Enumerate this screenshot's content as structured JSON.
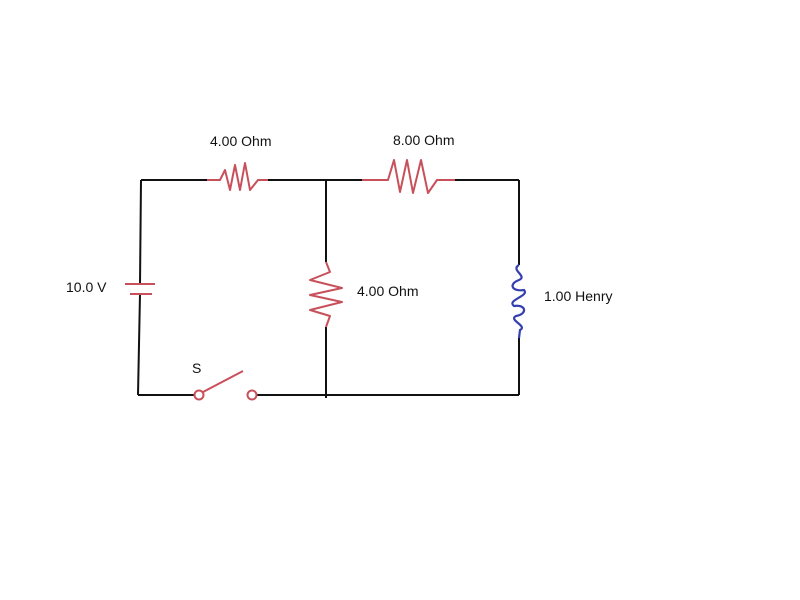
{
  "circuit": {
    "battery": {
      "label": "10.0 V",
      "icon": "battery-icon"
    },
    "switch": {
      "label": "S",
      "icon": "switch-open-icon"
    },
    "resistor_top_left": {
      "label": "4.00 Ohm"
    },
    "resistor_top_right": {
      "label": "8.00 Ohm"
    },
    "resistor_middle": {
      "label": "4.00 Ohm"
    },
    "inductor": {
      "label": "1.00 Henry"
    }
  },
  "colors": {
    "wire": "#111111",
    "component": "#c8505a",
    "inductor": "#3440b0"
  }
}
